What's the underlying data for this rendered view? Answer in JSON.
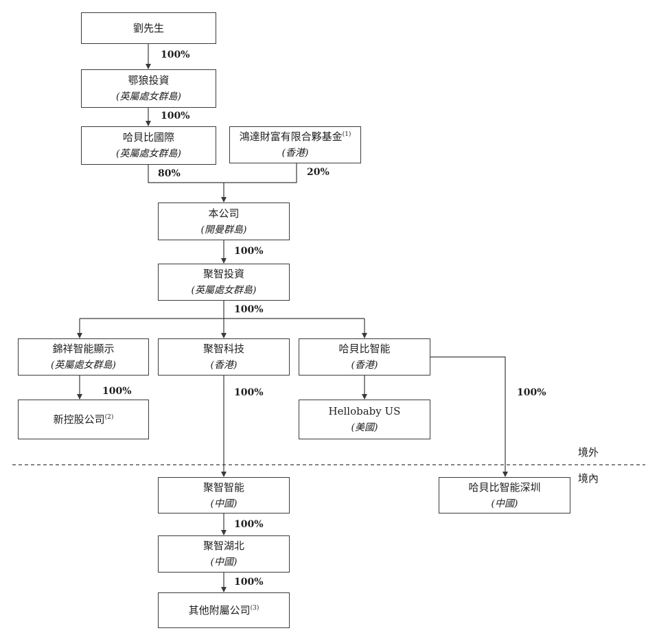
{
  "colors": {
    "line": "#3a3a3a",
    "border": "#3a3a3a",
    "text": "#1f1f1f"
  },
  "entities": {
    "liu": {
      "name": "劉先生"
    },
    "elang": {
      "name": "鄂狼投資",
      "sub": "(英屬處女群島)"
    },
    "habeibi_intl": {
      "name": "哈貝比國際",
      "sub": "(英屬處女群島)"
    },
    "hongda": {
      "name": "鴻達財富有限合夥基金",
      "note": "(1)",
      "sub": "(香港)"
    },
    "company": {
      "name": "本公司",
      "sub": "(開曼群島)"
    },
    "juzhi_invest": {
      "name": "聚智投資",
      "sub": "(英屬處女群島)"
    },
    "jinxiang": {
      "name": "錦祥智能顯示",
      "sub": "(英屬處女群島)"
    },
    "juzhi_tech": {
      "name": "聚智科技",
      "sub": "(香港)"
    },
    "habeibi_smart": {
      "name": "哈貝比智能",
      "sub": "(香港)"
    },
    "new_holdco": {
      "name": "新控股公司",
      "note": "(2)"
    },
    "hellobaby": {
      "name": "Hellobaby US",
      "sub": "(美國)"
    },
    "juzhi_smart": {
      "name": "聚智智能",
      "sub": "(中國)"
    },
    "habeibi_sz": {
      "name": "哈貝比智能深圳",
      "sub": "(中國)"
    },
    "juzhi_hubei": {
      "name": "聚智湖北",
      "sub": "(中國)"
    },
    "other_subs": {
      "name": "其他附屬公司",
      "note": "(3)"
    }
  },
  "percentages": {
    "liu_elang": "100%",
    "elang_habeibi": "100%",
    "habeibi_company": "80%",
    "hongda_company": "20%",
    "company_juzhi": "100%",
    "juzhi_subs": "100%",
    "jinxiang_newco": "100%",
    "juzhitech_juzhismart": "100%",
    "habeibi_sz": "100%",
    "juzhismart_hubei": "100%",
    "hubei_others": "100%"
  },
  "zones": {
    "offshore": "境外",
    "onshore": "境內"
  }
}
